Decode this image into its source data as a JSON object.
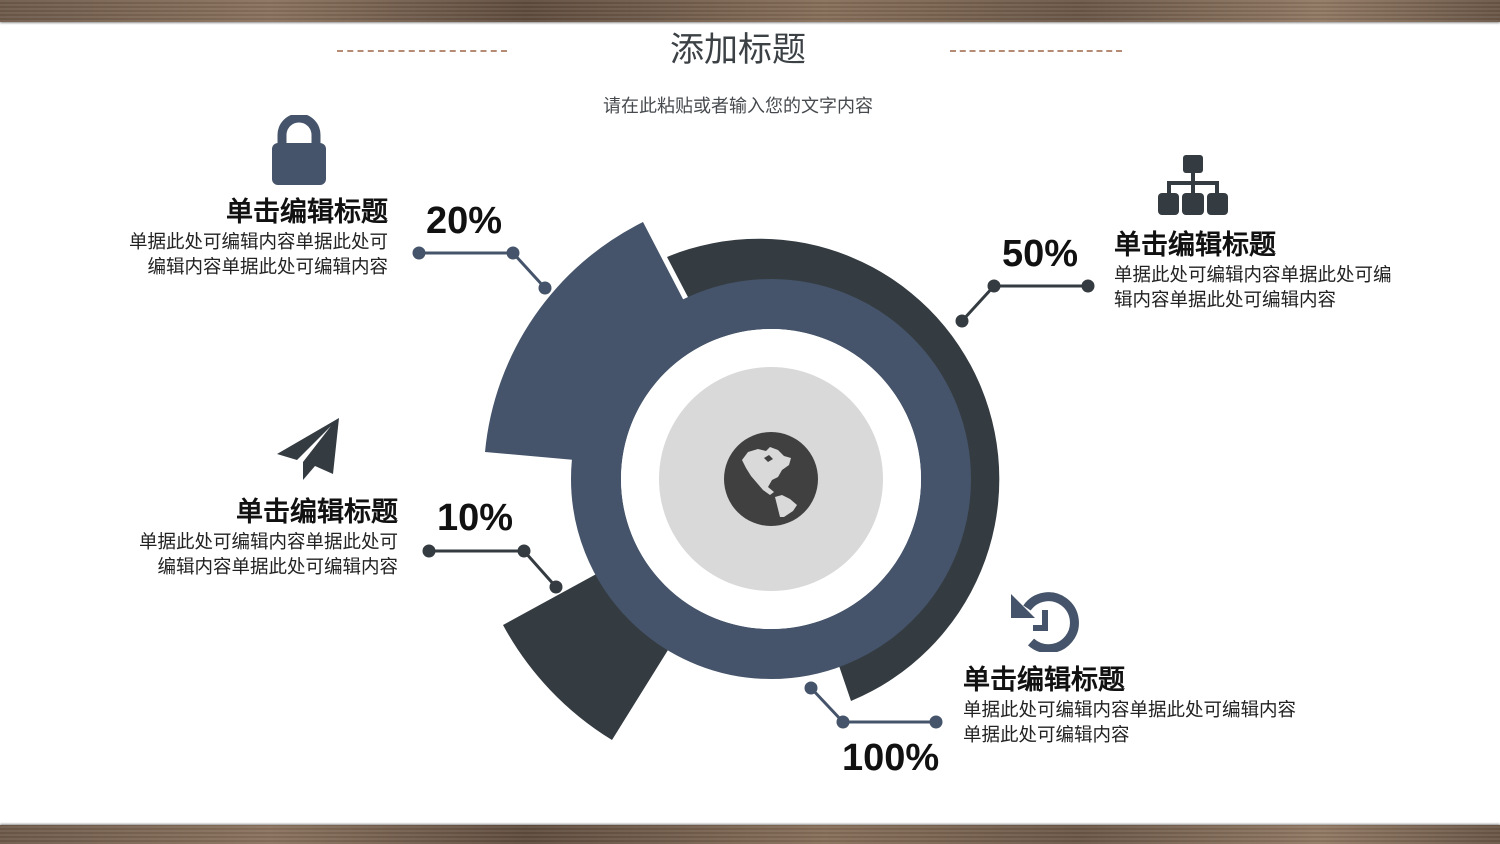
{
  "slide": {
    "title": "添加标题",
    "subtitle": "请在此粘贴或者输入您的文字内容"
  },
  "items": [
    {
      "id": "lock",
      "percent": "20%",
      "icon": "lock-icon",
      "heading": "单击编辑标题",
      "body": "单据此处可编辑内容单据此处可编辑内容单据此处可编辑内容",
      "color": "#45546a"
    },
    {
      "id": "plane",
      "percent": "10%",
      "icon": "paper-plane-icon",
      "heading": "单击编辑标题",
      "body": "单据此处可编辑内容单据此处可编辑内容单据此处可编辑内容",
      "color": "#343b41"
    },
    {
      "id": "network",
      "percent": "50%",
      "icon": "sitemap-icon",
      "heading": "单击编辑标题",
      "body": "单据此处可编辑内容单据此处可编辑内容单据此处可编辑内容",
      "color": "#343b41"
    },
    {
      "id": "history",
      "percent": "100%",
      "icon": "history-icon",
      "heading": "单击编辑标题",
      "body": "单据此处可编辑内容单据此处可编辑内容单据此处可编辑内容",
      "color": "#45546a"
    }
  ],
  "center_icon": "globe-icon",
  "colors": {
    "slate_blue": "#45546a",
    "charcoal": "#343b41",
    "light_gray": "#d9d9d9",
    "globe": "#404040",
    "dash": "#b58b74"
  },
  "chart_data": {
    "type": "pie",
    "title": "添加标题",
    "subtitle": "请在此粘贴或者输入您的文字内容",
    "categories": [
      "20%",
      "50%",
      "10%",
      "100%"
    ],
    "series": [
      {
        "name": "percent",
        "values": [
          20,
          50,
          10,
          100
        ]
      }
    ],
    "notes": "Radial infographic: full blue ring = 100%, dark outer arc = 50%, protruding blue wedge = 20%, protruding dark wedge = 10%; globe icon at center",
    "legend": "none"
  }
}
